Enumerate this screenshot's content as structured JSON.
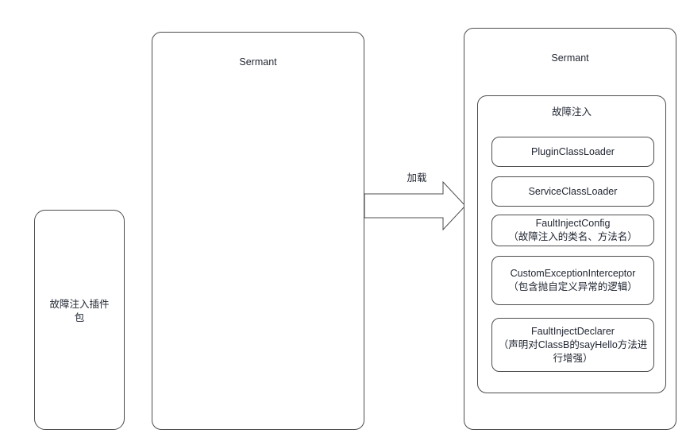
{
  "diagram": {
    "package_box": {
      "label": "故障注入插件\n包"
    },
    "sermant_plain": {
      "label": "Sermant"
    },
    "arrow": {
      "label": "加载",
      "icon": "block-arrow-right-icon"
    },
    "sermant_rich": {
      "label": "Sermant",
      "fault_group": {
        "label": "故障注入",
        "components": [
          {
            "title": "PluginClassLoader",
            "sub": ""
          },
          {
            "title": "ServiceClassLoader",
            "sub": ""
          },
          {
            "title": "FaultInjectConfig",
            "sub": "（故障注入的类名、方法名）"
          },
          {
            "title": "CustomExceptionInterceptor",
            "sub": "（包含抛自定义异常的逻辑）"
          },
          {
            "title": "FaultInjectDeclarer",
            "sub": "（声明对ClassB的sayHello方法进行增强）"
          }
        ]
      }
    },
    "colors": {
      "stroke": "#4d4d4d",
      "text": "#1f2430",
      "background": "#ffffff"
    }
  }
}
